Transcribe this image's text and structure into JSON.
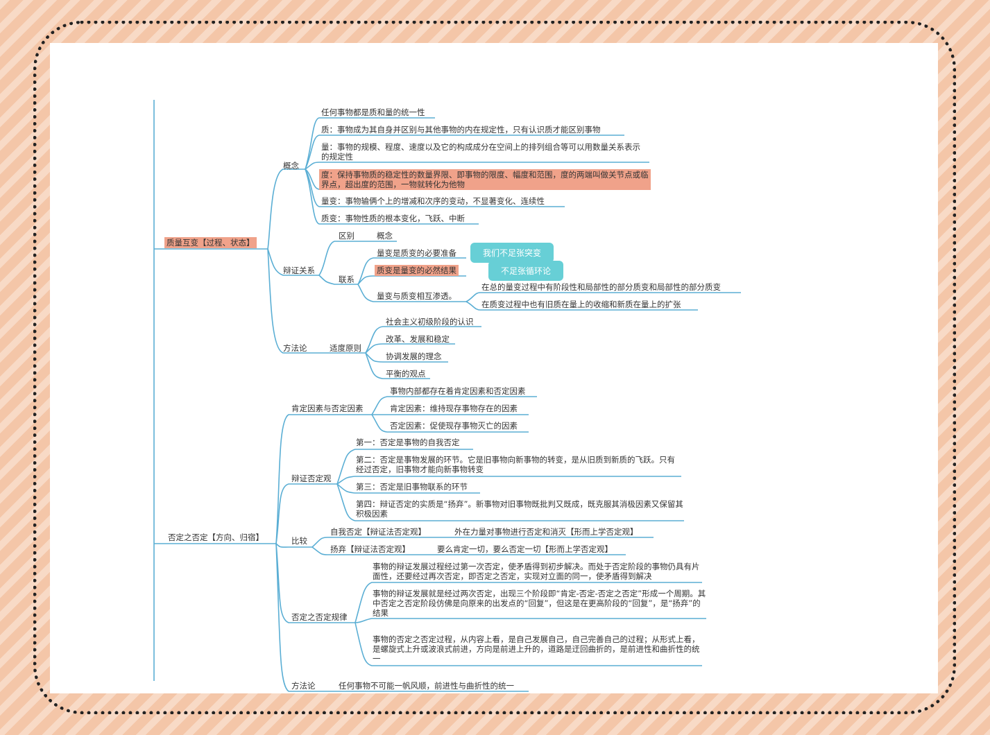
{
  "mindmap": {
    "root": {
      "quality": "质量互变【过程、状态】",
      "negation": "否定之否定【方向、归宿】"
    },
    "quality": {
      "concept": {
        "label": "概念",
        "items": [
          "任何事物都是质和量的统一性",
          "质：事物成为其自身并区别与其他事物的内在规定性，只有认识质才能区别事物",
          "量：事物的规模、程度、速度以及它的构成成分在空间上的排列组合等可以用数量关系表示的规定性",
          "度：保持事物质的稳定性的数量界限、即事物的限度、幅度和范围，度的两端叫做关节点或临界点，超出度的范围，一物就转化为他物",
          "量变：事物输俩个上的增减和次序的变动，不显著变化、连续性",
          "质变：事物性质的根本变化，飞跃、中断"
        ]
      },
      "dialectic": {
        "label": "辩证关系",
        "difference_label": "区别",
        "difference_value": "概念",
        "connection_label": "联系",
        "connection_items": [
          "量变是质变的必要准备",
          "质变是量变的必然结果",
          "量变与质变相互渗透。"
        ],
        "bubbles": [
          "我们不足张突变",
          "不足张循环论"
        ],
        "penetration_items": [
          "在总的量变过程中有阶段性和局部性的部分质变和局部性的部分质变",
          "在质变过程中也有旧质在量上的收缩和新质在量上的扩张"
        ]
      },
      "method": {
        "label": "方法论",
        "principle": "适度原则",
        "items": [
          "社会主义初级阶段的认识",
          "改革、发展和稳定",
          "协调发展的理念",
          "平衡的观点"
        ]
      }
    },
    "negation": {
      "factors": {
        "label": "肯定因素与否定因素",
        "items": [
          "事物内部都存在着肯定因素和否定因素",
          "肯定因素：维持现存事物存在的因素",
          "否定因素：促使现存事物灭亡的因素"
        ]
      },
      "dialectic_view": {
        "label": "辩证否定观",
        "items": [
          "第一：否定是事物的自我否定",
          "第二：否定是事物发展的环节。它是旧事物向新事物的转变，是从旧质到新质的飞跃。只有经过否定，旧事物才能向新事物转变",
          "第三：否定是旧事物联系的环节",
          "第四：辩证否定的实质是“扬弃”。新事物对旧事物既批判又既成，既克服其消极因素又保留其积极因素"
        ]
      },
      "compare": {
        "label": "比较",
        "rows": [
          {
            "left": "自我否定【辩证法否定观】",
            "right": "外在力量对事物进行否定和消灭【形而上学否定观】"
          },
          {
            "left": "扬弃【辩证法否定观】",
            "right": "要么肯定一切，要么否定一切【形而上学否定观】"
          }
        ]
      },
      "law": {
        "label": "否定之否定规律",
        "items": [
          "事物的辩证发展过程经过第一次否定，使矛盾得到初步解决。而处于否定阶段的事物仍具有片面性，还要经过再次否定，即否定之否定，实现对立面的同一，使矛盾得到解决",
          "事物的辩证发展就是经过两次否定，出现三个阶段即“肯定-否定-否定之否定”形成一个周期。其中否定之否定阶段仿佛是向原来的出发点的“回复”，但这是在更高阶段的“回复”，是“扬弃”的结果",
          "事物的否定之否定过程，从内容上看，是自己发展自己，自己完善自己的过程；从形式上看，是螺旋式上升或波浪式前进，方向是前进上升的，道路是迂回曲折的，是前进性和曲折性的统一"
        ]
      },
      "method": {
        "label": "方法论",
        "value": "任何事物不可能一帆风顺，前进性与曲折性的统一"
      }
    },
    "colors": {
      "line": "#5aaed4",
      "highlight": "#f0a28a",
      "bubble": "#67cfd6",
      "background": "#f4c6a8"
    }
  }
}
